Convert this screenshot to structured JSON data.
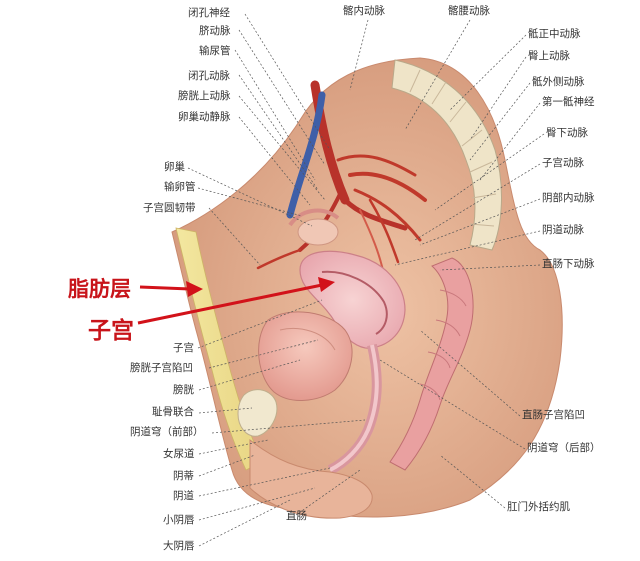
{
  "colors": {
    "highlight": "#d2121a",
    "leader_lines": "#555555"
  },
  "labels": {
    "top": [
      {
        "id": "internal-iliac-artery",
        "text": "髂内动脉"
      },
      {
        "id": "iliolumbar-artery",
        "text": "髂腰动脉"
      }
    ],
    "left": [
      {
        "id": "obturator-nerve",
        "text": "闭孔神经"
      },
      {
        "id": "umbilical-artery",
        "text": "脐动脉"
      },
      {
        "id": "ureter",
        "text": "输尿管"
      },
      {
        "id": "obturator-artery",
        "text": "闭孔动脉"
      },
      {
        "id": "superior-vesical-artery",
        "text": "膀胱上动脉"
      },
      {
        "id": "ovarian-vessels",
        "text": "卵巢动静脉"
      },
      {
        "id": "ovary",
        "text": "卵巢"
      },
      {
        "id": "fallopian-tube",
        "text": "输卵管"
      },
      {
        "id": "round-ligament",
        "text": "子宫圆韧带"
      },
      {
        "id": "uterus-small",
        "text": "子宫"
      },
      {
        "id": "vesicouterine-pouch",
        "text": "膀胱子宫陷凹"
      },
      {
        "id": "bladder",
        "text": "膀胱"
      },
      {
        "id": "pubic-symphysis",
        "text": "耻骨联合"
      },
      {
        "id": "anterior-fornix",
        "text": "阴道穹（前部）"
      },
      {
        "id": "urethra",
        "text": "女尿道"
      },
      {
        "id": "clitoris",
        "text": "阴蒂"
      },
      {
        "id": "vagina",
        "text": "阴道"
      },
      {
        "id": "labia-minora",
        "text": "小阴唇"
      },
      {
        "id": "labia-majora",
        "text": "大阴唇"
      }
    ],
    "right": [
      {
        "id": "median-sacral-artery",
        "text": "骶正中动脉"
      },
      {
        "id": "superior-gluteal-artery",
        "text": "臀上动脉"
      },
      {
        "id": "lateral-sacral-artery",
        "text": "骶外侧动脉"
      },
      {
        "id": "first-sacral-nerve",
        "text": "第一骶神经"
      },
      {
        "id": "inferior-gluteal-artery",
        "text": "臀下动脉"
      },
      {
        "id": "uterine-artery",
        "text": "子宫动脉"
      },
      {
        "id": "internal-pudendal-artery",
        "text": "阴部内动脉"
      },
      {
        "id": "vaginal-artery",
        "text": "阴道动脉"
      },
      {
        "id": "inferior-rectal-artery",
        "text": "直肠下动脉"
      },
      {
        "id": "rectouterine-pouch",
        "text": "直肠子宫陷凹"
      },
      {
        "id": "posterior-fornix",
        "text": "阴道穹（后部）"
      },
      {
        "id": "external-anal-sphincter",
        "text": "肛门外括约肌"
      }
    ],
    "bottom": [
      {
        "id": "rectum",
        "text": "直肠"
      }
    ]
  },
  "annotations": {
    "fat_layer": "脂肪层",
    "uterus": "子宫"
  }
}
